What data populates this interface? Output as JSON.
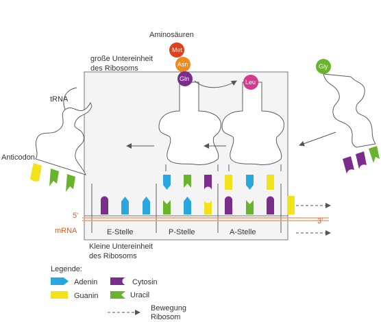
{
  "labels": {
    "amino_acids": "Aminosäuren",
    "large_subunit_line1": "große Untereinheit",
    "large_subunit_line2": "des Ribosoms",
    "trna": "tRNA",
    "anticodon": "Anticodon",
    "five_prime": "5'",
    "three_prime": "3'",
    "mrna": "mRNA",
    "e_site": "E-Stelle",
    "p_site": "P-Stelle",
    "a_site": "A-Stelle",
    "small_subunit_line1": "Kleine Untereinheit",
    "small_subunit_line2": "des Ribosoms"
  },
  "amino_acids": {
    "met": "Met",
    "asn": "Asn",
    "gln": "Gln",
    "leu": "Leu",
    "gly": "Gly"
  },
  "legend": {
    "title": "Legende:",
    "adenine": "Adenin",
    "cytosine": "Cytosin",
    "guanine": "Guanin",
    "uracil": "Uracil",
    "movement_line1": "Bewegung",
    "movement_line2": "Ribosom"
  },
  "colors": {
    "adenine": "#2aa7df",
    "cytosine": "#7b2d8e",
    "guanine": "#f2e219",
    "uracil": "#6ab42d",
    "met": "#e0401b",
    "asn": "#f08a1c",
    "gln": "#7b2d8e",
    "leu": "#d63a8e",
    "gly": "#6ab42d",
    "mrna_line": "#e9a07a",
    "label_red": "#e05a20"
  }
}
